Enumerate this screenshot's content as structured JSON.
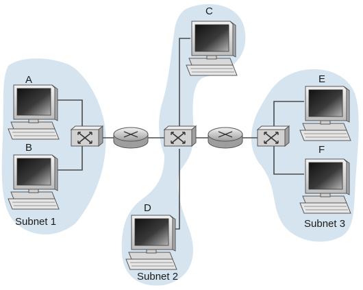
{
  "hosts": {
    "a": "A",
    "b": "B",
    "c": "C",
    "d": "D",
    "e": "E",
    "f": "F"
  },
  "subnets": {
    "subnet1": "Subnet 1",
    "subnet2": "Subnet 2",
    "subnet3": "Subnet 3"
  },
  "colors": {
    "subnet_fill": "#d5e4ee",
    "line": "#4a4a4a",
    "router_fill": "#dcdcdc",
    "switch_fill": "#c9c9c9",
    "screen_dark": "#262626",
    "screen_light": "#9a9a9a"
  }
}
